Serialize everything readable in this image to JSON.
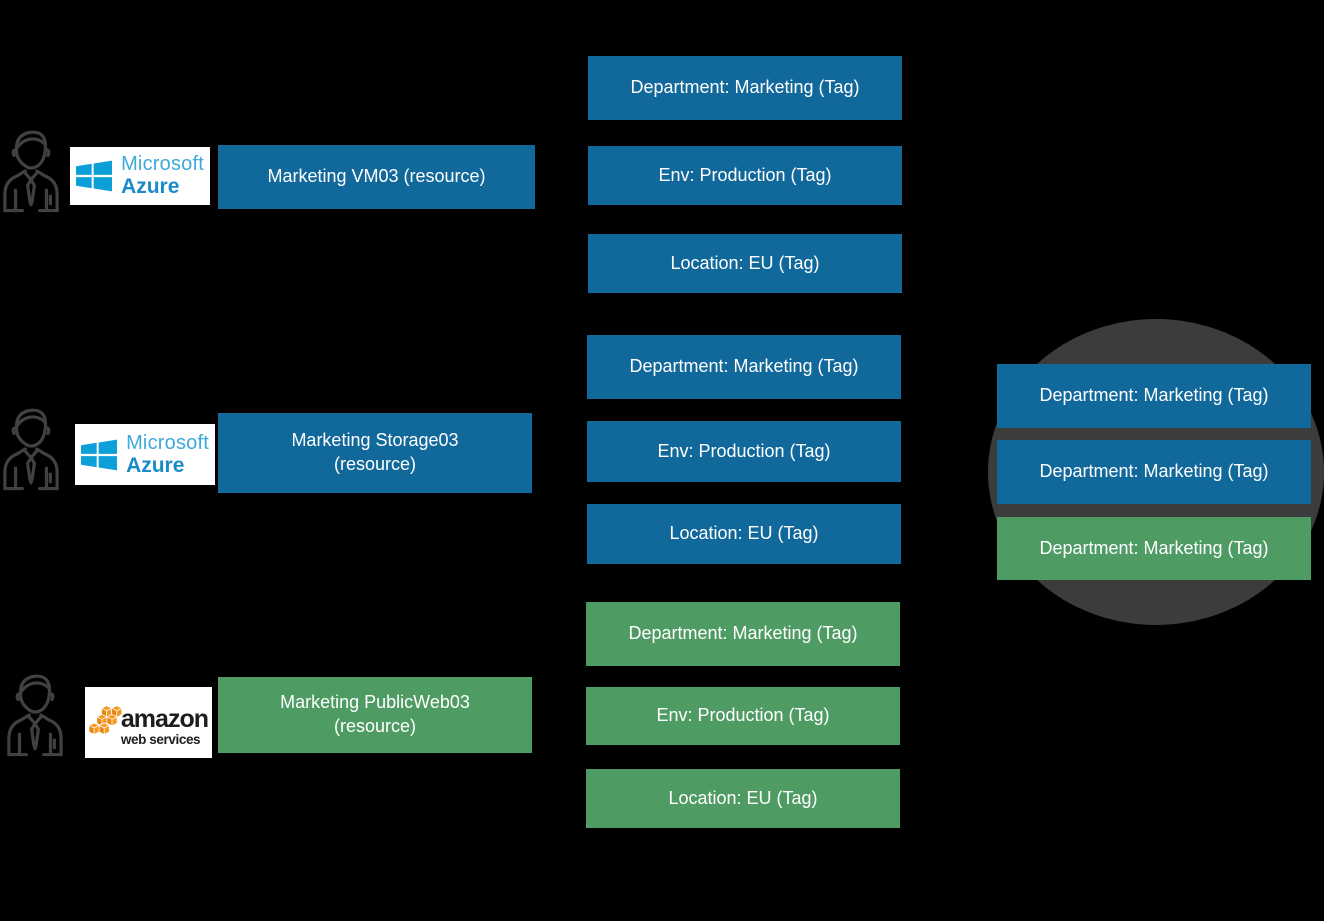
{
  "colors": {
    "background": "#000000",
    "azure_blue": "#11689b",
    "aws_green": "#4f9b64",
    "circle_gray": "#3c3c3c",
    "icon_gray": "#414141",
    "ms_flag_blue": "#0da0d8",
    "ms_brand_blue": "#3fa9dc",
    "azure_text_blue": "#1b8ac9",
    "aws_orange": "#f7981f",
    "aws_orange_dark": "#e8860f",
    "aws_text": "#1d1d1b"
  },
  "icons": {
    "user": "businessman-outline-icon",
    "azure": "microsoft-azure-logo",
    "aws": "amazon-web-services-logo"
  },
  "logos": {
    "azure": {
      "brand": "Microsoft",
      "product": "Azure"
    },
    "aws": {
      "brand": "amazon",
      "sub": "web services"
    }
  },
  "rows": [
    {
      "provider": "Microsoft Azure",
      "resource_label": "Marketing VM03 (resource)",
      "tags": [
        "Department: Marketing (Tag)",
        "Env: Production (Tag)",
        "Location: EU (Tag)"
      ]
    },
    {
      "provider": "Microsoft Azure",
      "resource_label": "Marketing Storage03 (resource)",
      "tags": [
        "Department: Marketing (Tag)",
        "Env: Production (Tag)",
        "Location: EU (Tag)"
      ]
    },
    {
      "provider": "Amazon Web Services",
      "resource_label": "Marketing PublicWeb03 (resource)",
      "tags": [
        "Department: Marketing (Tag)",
        "Env: Production (Tag)",
        "Location: EU (Tag)"
      ]
    }
  ],
  "summary_circle": {
    "items": [
      {
        "label": "Department: Marketing (Tag)",
        "style": "azure"
      },
      {
        "label": "Department: Marketing (Tag)",
        "style": "azure"
      },
      {
        "label": "Department: Marketing (Tag)",
        "style": "aws"
      }
    ]
  }
}
